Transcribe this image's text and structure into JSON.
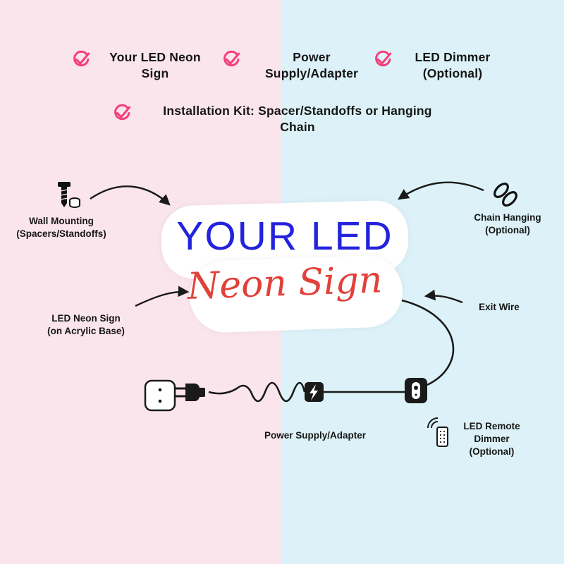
{
  "colors": {
    "bg_left": "#fbe5ed",
    "bg_right": "#dcf2f8",
    "accent_pink": "#f4407a",
    "sign_blue": "#2323dd",
    "sign_red": "#e2403a",
    "ink": "#1a1a1a"
  },
  "checklist": {
    "items": [
      {
        "label": "Your LED Neon\nSign"
      },
      {
        "label": "Power\nSupply/Adapter"
      },
      {
        "label": "LED Dimmer\n(Optional)"
      },
      {
        "label": "Installation Kit: Spacer/Standoffs or Hanging\nChain"
      }
    ]
  },
  "sign": {
    "line1": "YOUR LED",
    "line2": "Neon Sign"
  },
  "callouts": {
    "wall_mounting": "Wall Mounting\n(Spacers/Standoffs)",
    "chain_hanging": "Chain Hanging\n(Optional)",
    "neon_sign_base": "LED Neon Sign\n(on Acrylic Base)",
    "exit_wire": "Exit Wire",
    "power_supply": "Power Supply/Adapter",
    "remote_dimmer": "LED Remote\nDimmer\n(Optional)"
  },
  "icons": {
    "check": "check-circle-icon",
    "screw": "screw-icon",
    "chain": "chain-link-icon",
    "socket": "wall-socket-icon",
    "plug": "plug-icon",
    "adapter": "power-adapter-icon",
    "bolt": "lightning-icon",
    "dimmer": "dimmer-switch-icon",
    "remote": "remote-control-icon"
  }
}
